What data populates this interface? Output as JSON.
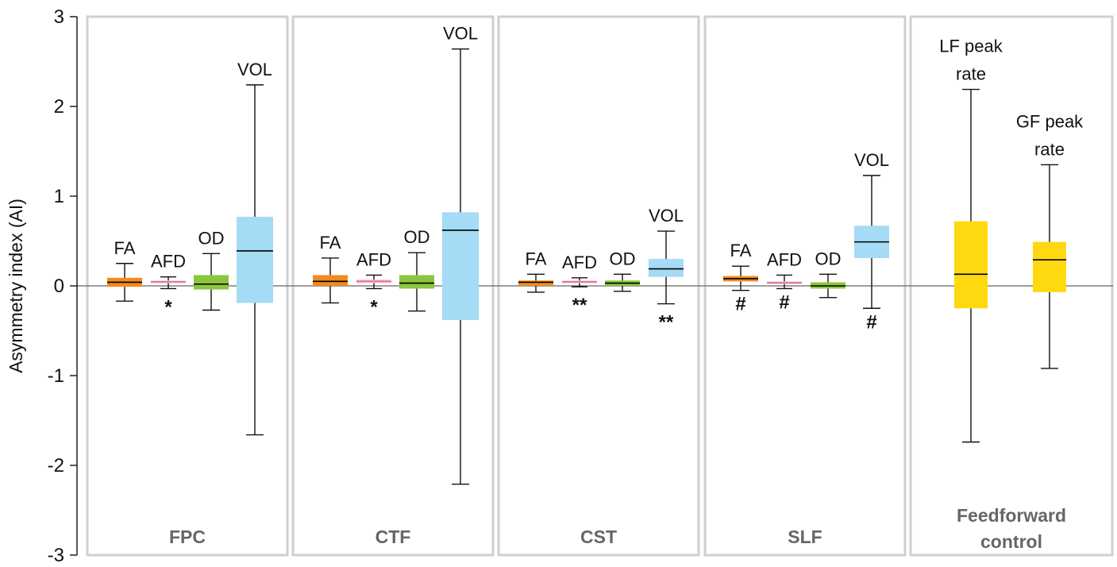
{
  "chart_data": {
    "type": "box",
    "ylabel": "Asymmetry index (AI)",
    "ylim": [
      -3,
      3
    ],
    "yticks": [
      "3",
      "2",
      "1",
      "0",
      "-1",
      "-2",
      "-3"
    ],
    "zero_line": true,
    "panels": [
      {
        "title": [
          "FPC"
        ],
        "boxes": [
          {
            "label": [
              "FA"
            ],
            "whisker_low": -0.17,
            "q1": -0.01,
            "median": 0.04,
            "q3": 0.09,
            "whisker_high": 0.25,
            "color": "#F28B1D",
            "median_color": "#000000",
            "sig": ""
          },
          {
            "label": [
              "AFD"
            ],
            "whisker_low": -0.03,
            "q1": 0.03,
            "median": 0.045,
            "q3": 0.06,
            "whisker_high": 0.1,
            "color": "#F7C7D8",
            "median_color": "#E46A8A",
            "sig": "*"
          },
          {
            "label": [
              "OD"
            ],
            "whisker_low": -0.27,
            "q1": -0.04,
            "median": 0.02,
            "q3": 0.12,
            "whisker_high": 0.36,
            "color": "#8CC63E",
            "median_color": "#000000",
            "sig": ""
          },
          {
            "label": [
              "VOL"
            ],
            "whisker_low": -1.66,
            "q1": -0.19,
            "median": 0.39,
            "q3": 0.77,
            "whisker_high": 2.24,
            "color": "#A5DBF4",
            "median_color": "#000000",
            "sig": ""
          }
        ]
      },
      {
        "title": [
          "CTF"
        ],
        "boxes": [
          {
            "label": [
              "FA"
            ],
            "whisker_low": -0.19,
            "q1": 0.0,
            "median": 0.05,
            "q3": 0.12,
            "whisker_high": 0.31,
            "color": "#F28B1D",
            "median_color": "#000000",
            "sig": ""
          },
          {
            "label": [
              "AFD"
            ],
            "whisker_low": -0.03,
            "q1": 0.03,
            "median": 0.05,
            "q3": 0.07,
            "whisker_high": 0.12,
            "color": "#F7C7D8",
            "median_color": "#E46A8A",
            "sig": "*"
          },
          {
            "label": [
              "OD"
            ],
            "whisker_low": -0.28,
            "q1": -0.03,
            "median": 0.03,
            "q3": 0.12,
            "whisker_high": 0.37,
            "color": "#8CC63E",
            "median_color": "#000000",
            "sig": ""
          },
          {
            "label": [
              "VOL"
            ],
            "whisker_low": -2.21,
            "q1": -0.38,
            "median": 0.62,
            "q3": 0.82,
            "whisker_high": 2.64,
            "color": "#A5DBF4",
            "median_color": "#000000",
            "sig": ""
          }
        ]
      },
      {
        "title": [
          "CST"
        ],
        "boxes": [
          {
            "label": [
              "FA"
            ],
            "whisker_low": -0.07,
            "q1": 0.0,
            "median": 0.04,
            "q3": 0.06,
            "whisker_high": 0.13,
            "color": "#F28B1D",
            "median_color": "#000000",
            "sig": ""
          },
          {
            "label": [
              "AFD"
            ],
            "whisker_low": -0.01,
            "q1": 0.03,
            "median": 0.045,
            "q3": 0.06,
            "whisker_high": 0.09,
            "color": "#F7C7D8",
            "median_color": "#E46A8A",
            "sig": "**"
          },
          {
            "label": [
              "OD"
            ],
            "whisker_low": -0.06,
            "q1": 0.0,
            "median": 0.03,
            "q3": 0.06,
            "whisker_high": 0.13,
            "color": "#8CC63E",
            "median_color": "#000000",
            "sig": ""
          },
          {
            "label": [
              "VOL"
            ],
            "whisker_low": -0.2,
            "q1": 0.1,
            "median": 0.19,
            "q3": 0.3,
            "whisker_high": 0.61,
            "color": "#A5DBF4",
            "median_color": "#000000",
            "sig": "**"
          }
        ]
      },
      {
        "title": [
          "SLF"
        ],
        "boxes": [
          {
            "label": [
              "FA"
            ],
            "whisker_low": -0.05,
            "q1": 0.05,
            "median": 0.08,
            "q3": 0.11,
            "whisker_high": 0.22,
            "color": "#F28B1D",
            "median_color": "#000000",
            "sig": "#"
          },
          {
            "label": [
              "AFD"
            ],
            "whisker_low": -0.03,
            "q1": 0.02,
            "median": 0.035,
            "q3": 0.05,
            "whisker_high": 0.12,
            "color": "#F7C7D8",
            "median_color": "#E46A8A",
            "sig": "#"
          },
          {
            "label": [
              "OD"
            ],
            "whisker_low": -0.13,
            "q1": -0.03,
            "median": 0.0,
            "q3": 0.04,
            "whisker_high": 0.13,
            "color": "#8CC63E",
            "median_color": "#000000",
            "sig": ""
          },
          {
            "label": [
              "VOL"
            ],
            "whisker_low": -0.25,
            "q1": 0.31,
            "median": 0.49,
            "q3": 0.67,
            "whisker_high": 1.23,
            "color": "#A5DBF4",
            "median_color": "#000000",
            "sig": "#"
          }
        ]
      },
      {
        "title": [
          "Feedforward",
          "control"
        ],
        "boxes": [
          {
            "label": [
              "LF peak",
              "rate"
            ],
            "whisker_low": -1.74,
            "q1": -0.25,
            "median": 0.13,
            "q3": 0.72,
            "whisker_high": 2.19,
            "color": "#FFD90F",
            "median_color": "#000000",
            "sig": ""
          },
          {
            "label": [
              "GF peak",
              "rate"
            ],
            "whisker_low": -0.92,
            "q1": -0.07,
            "median": 0.29,
            "q3": 0.49,
            "whisker_high": 1.35,
            "color": "#FFD90F",
            "median_color": "#000000",
            "sig": ""
          }
        ]
      }
    ]
  }
}
